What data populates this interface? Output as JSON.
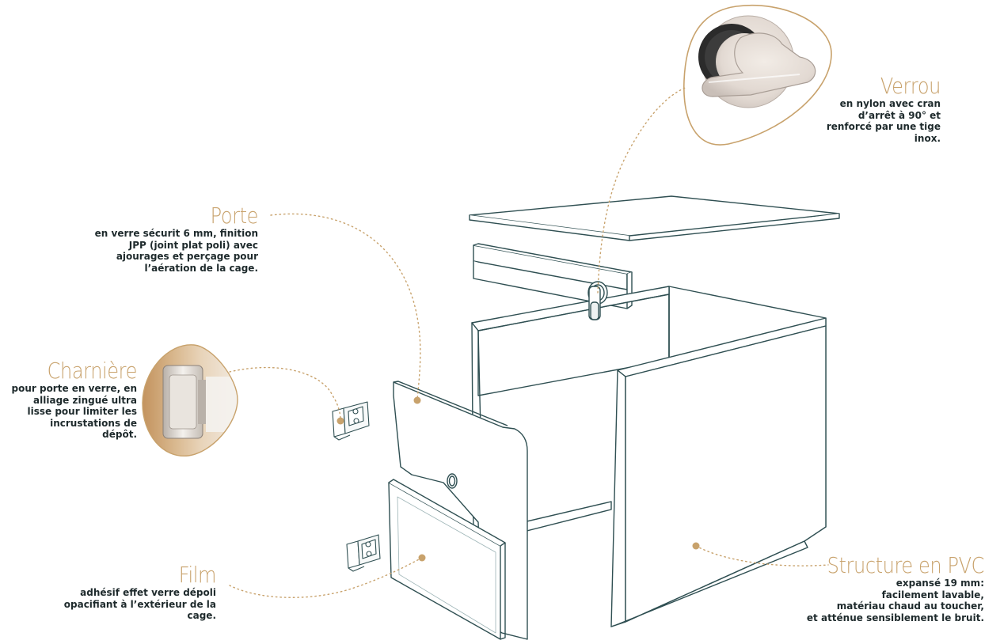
{
  "colors": {
    "accent": "#c8a26c",
    "outline": "#2f4f52",
    "text": "#1e2a2c"
  },
  "callouts": {
    "verrou": {
      "title": "Verrou",
      "desc": "en nylon avec cran\nd’arrêt à 90° et\nrenforcé par une tige\ninox."
    },
    "porte": {
      "title": "Porte",
      "desc": "en verre sécurit 6 mm, finition\nJPP (joint plat poli) avec\najourages et perçage pour\nl’aération de la cage."
    },
    "charniere": {
      "title": "Charnière",
      "desc": "pour porte en verre, en\nalliage zingué ultra\nlisse pour limiter les\nincrustations de\ndépôt."
    },
    "film": {
      "title": "Film",
      "desc": "adhésif effet verre dépoli\nopacifiant à l’extérieur de la\ncage."
    },
    "structure": {
      "title": "Structure en PVC",
      "desc": "expansé 19 mm:\nfacilement lavable,\nmatériau chaud au toucher,\net atténue sensiblement le bruit."
    }
  }
}
